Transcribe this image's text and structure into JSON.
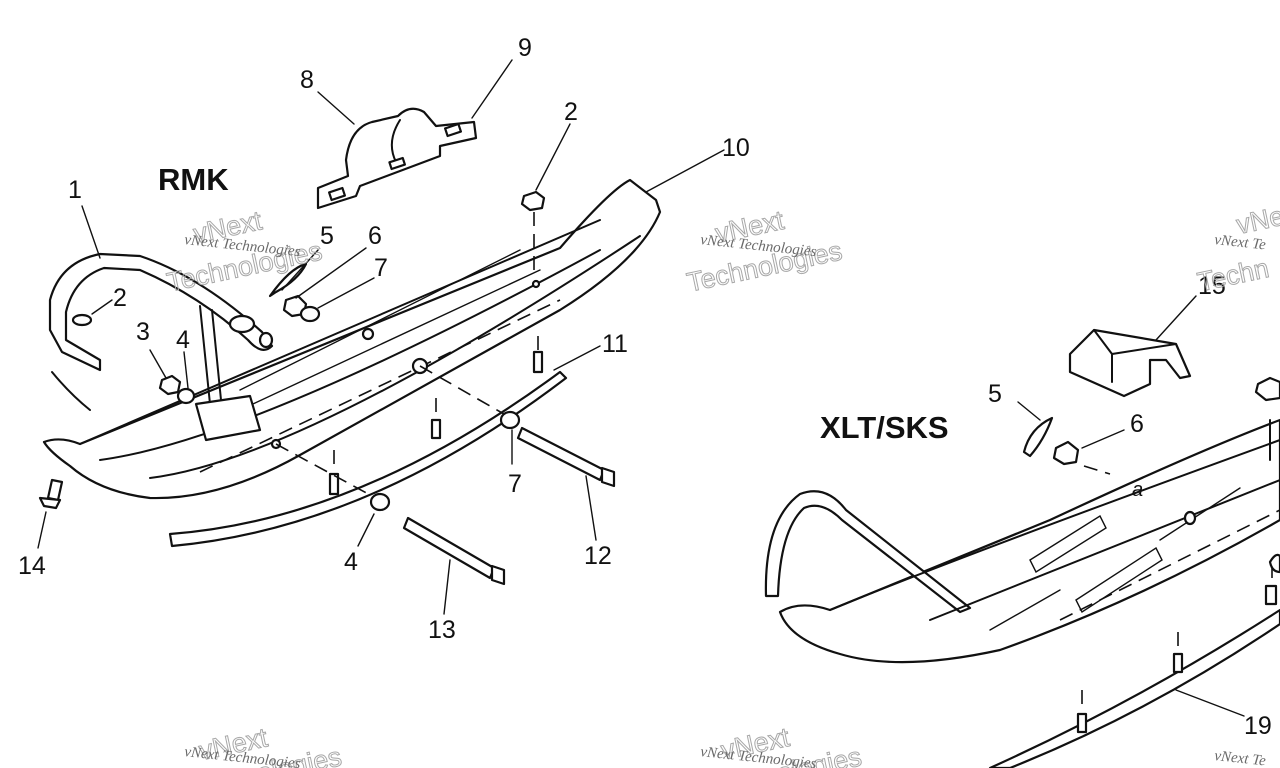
{
  "models": {
    "left": "RMK",
    "right": "XLT/SKS"
  },
  "callouts": {
    "c1": "1",
    "c2a": "2",
    "c2b": "2",
    "c3": "3",
    "c4a": "4",
    "c4b": "4",
    "c5a": "5",
    "c5b": "5",
    "c6a": "6",
    "c6b": "6",
    "c7a": "7",
    "c7b": "7",
    "c8": "8",
    "c9": "9",
    "c10": "10",
    "c11": "11",
    "c12": "12",
    "c13": "13",
    "c14": "14",
    "c15": "15",
    "c19": "19"
  },
  "watermark": {
    "small": "vNext Technologies",
    "line1": "vNext",
    "line2": "Technologies",
    "small_cut": "vNext Te",
    "line2_cut": "Techn"
  }
}
